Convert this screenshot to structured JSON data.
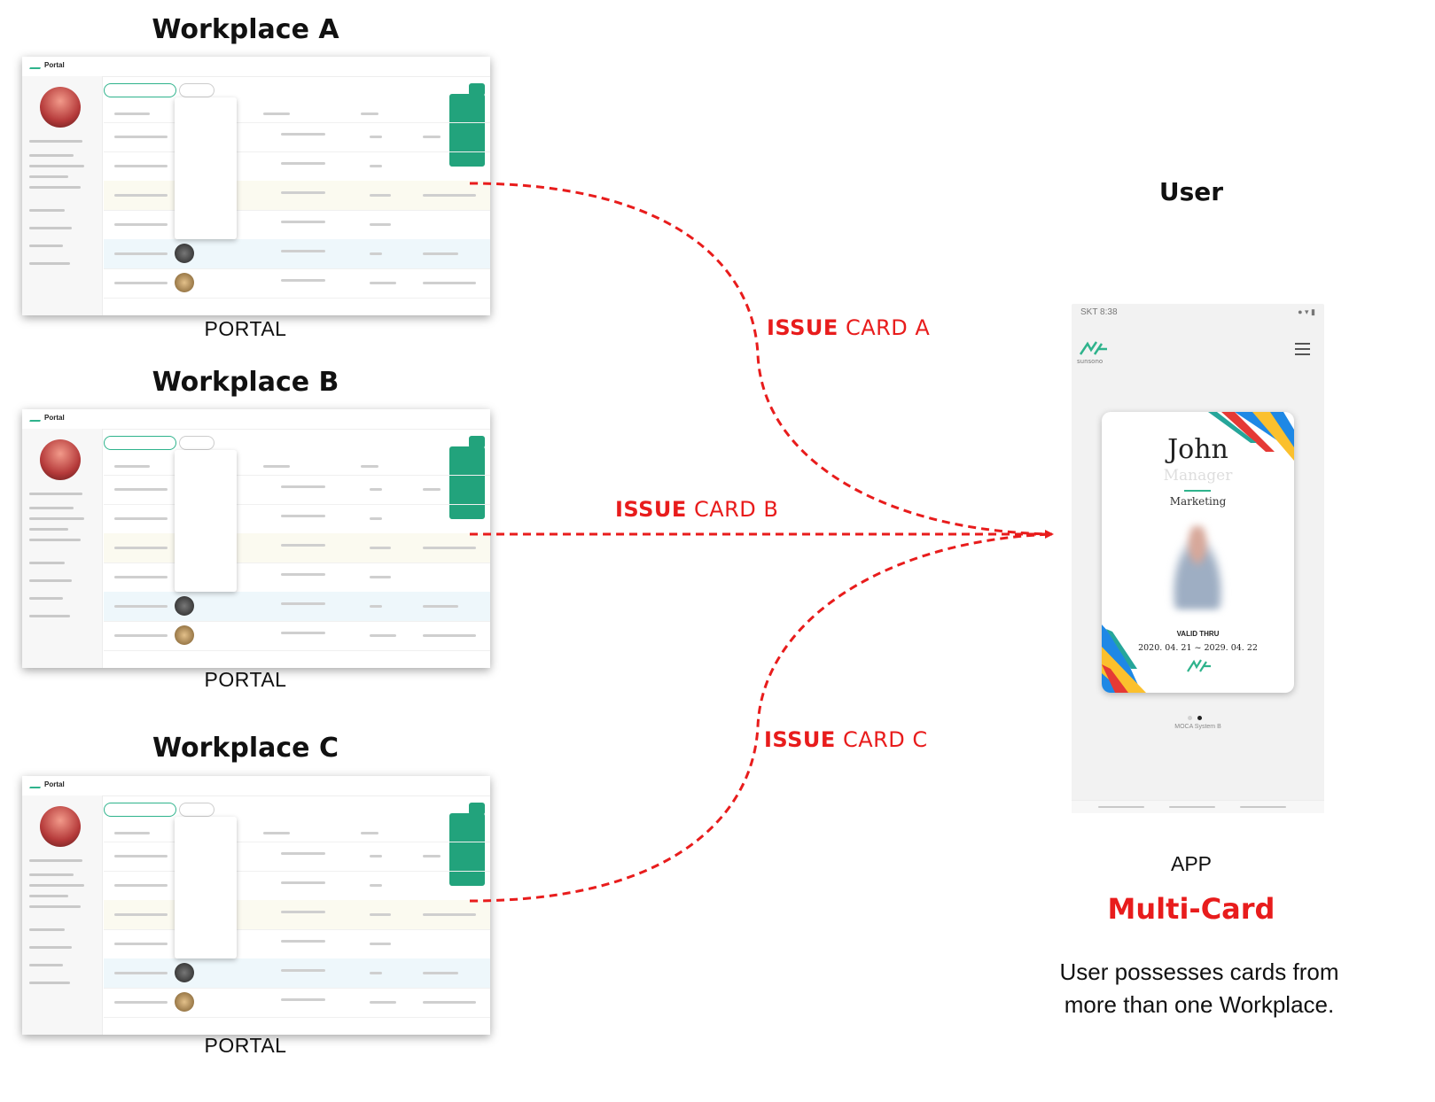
{
  "workplaces": [
    {
      "title": "Workplace A",
      "label": "PORTAL"
    },
    {
      "title": "Workplace B",
      "label": "PORTAL"
    },
    {
      "title": "Workplace C",
      "label": "PORTAL"
    }
  ],
  "portal_brand": "Portal",
  "issues": [
    {
      "bold": "ISSUE",
      "rest": " CARD A"
    },
    {
      "bold": "ISSUE",
      "rest": " CARD B"
    },
    {
      "bold": "ISSUE",
      "rest": " CARD C"
    }
  ],
  "user": {
    "title": "User",
    "app_label": "APP",
    "multi_card": "Multi-Card",
    "description_line1": "User possesses cards from",
    "description_line2": "more than one Workplace."
  },
  "phone": {
    "status_time": "SKT 8:38",
    "brand_sub": "sunsono",
    "card": {
      "name": "John",
      "role": "Manager",
      "department": "Marketing",
      "valid_label": "VALID THRU",
      "valid_range": "2020. 04. 21 ~ 2029. 04. 22"
    },
    "system_text": "MOCA System B"
  },
  "colors": {
    "accent_red": "#e81c1c",
    "brand_green": "#2fb38c",
    "panel_green": "#22a37c"
  }
}
